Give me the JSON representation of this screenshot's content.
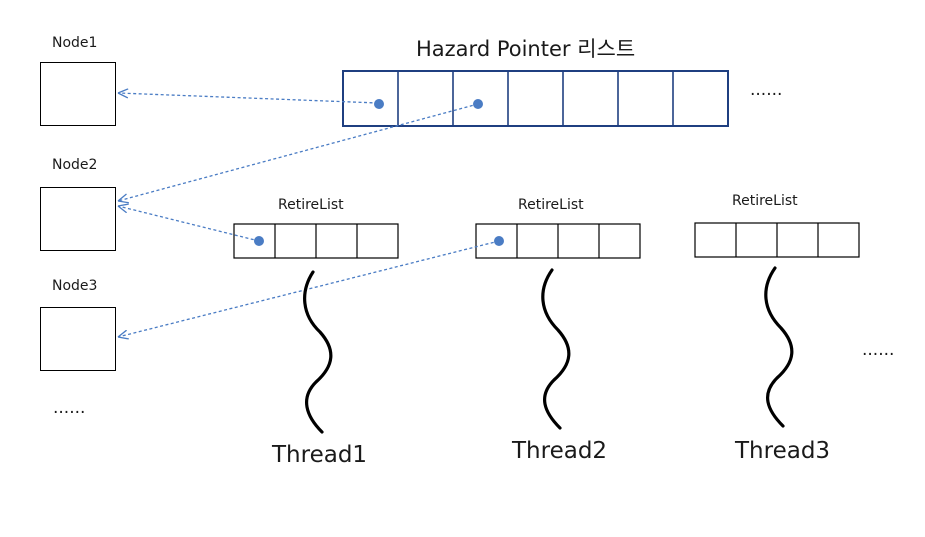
{
  "hazard_list": {
    "title": "Hazard Pointer 리스트",
    "cell_count": 7,
    "ellipsis": "......"
  },
  "nodes": [
    {
      "label": "Node1"
    },
    {
      "label": "Node2"
    },
    {
      "label": "Node3"
    }
  ],
  "nodes_ellipsis": "......",
  "retire_lists": [
    {
      "label": "RetireList",
      "thread": "Thread1"
    },
    {
      "label": "RetireList",
      "thread": "Thread2"
    },
    {
      "label": "RetireList",
      "thread": "Thread3"
    }
  ],
  "threads_ellipsis": "......",
  "colors": {
    "hazard_border": "#1f3f80",
    "pointer": "#4a7cc4",
    "box_border": "#000000"
  }
}
